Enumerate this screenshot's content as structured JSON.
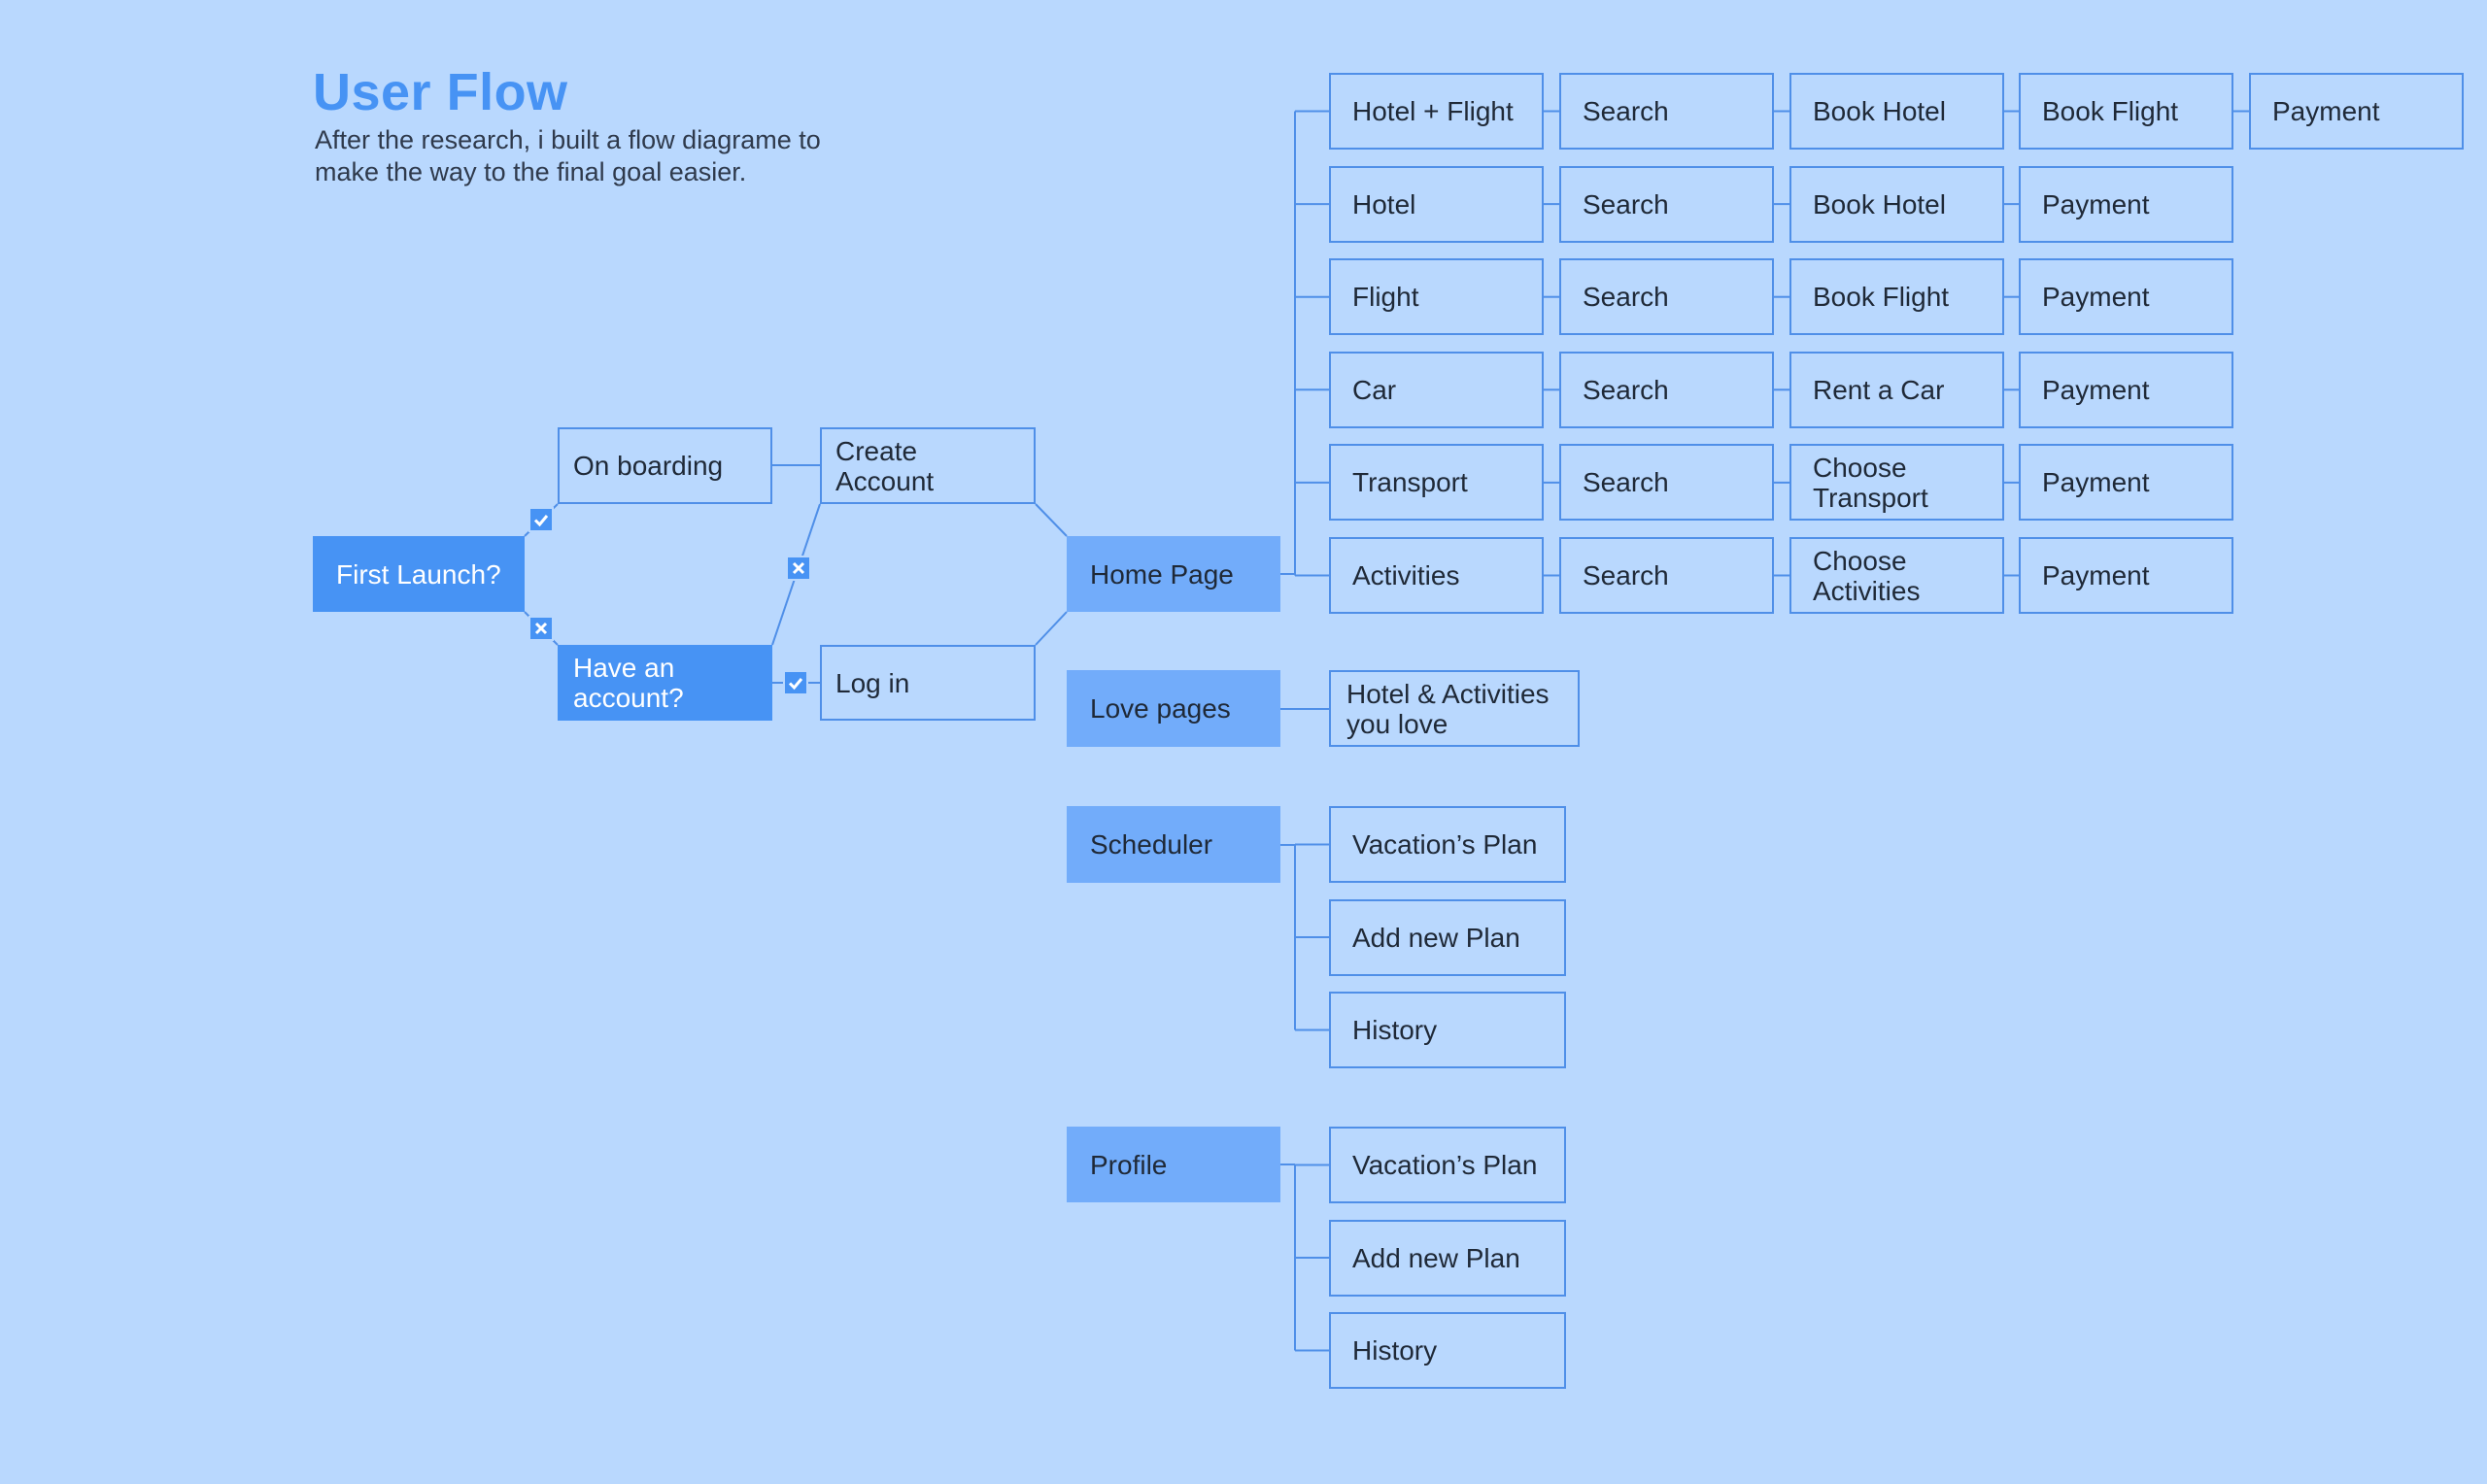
{
  "header": {
    "title": "User Flow",
    "subtitle": "After the research, i built a flow diagrame to make the way to the final goal easier."
  },
  "colors": {
    "background": "#B9D8FE",
    "accent": "#4793F4",
    "secondary": "#72ACFA",
    "line": "#4F8FE8"
  },
  "onboarding": {
    "first_launch": "First Launch?",
    "on_boarding": "On boarding",
    "have_account": "Have an\naccount?",
    "create_account": "Create\nAccount",
    "log_in": "Log in"
  },
  "badges": {
    "first_yes": "check-icon",
    "first_no": "cross-icon",
    "account_yes": "check-icon",
    "account_no": "cross-icon"
  },
  "sections": {
    "home": "Home Page",
    "love": "Love pages",
    "scheduler": "Scheduler",
    "profile": "Profile"
  },
  "home_flows": [
    {
      "steps": [
        "Hotel + Flight",
        "Search",
        "Book Hotel",
        "Book Flight",
        "Payment"
      ]
    },
    {
      "steps": [
        "Hotel",
        "Search",
        "Book Hotel",
        "Payment"
      ]
    },
    {
      "steps": [
        "Flight",
        "Search",
        "Book Flight",
        "Payment"
      ]
    },
    {
      "steps": [
        "Car",
        "Search",
        "Rent a Car",
        "Payment"
      ]
    },
    {
      "steps": [
        "Transport",
        "Search",
        "Choose\nTransport",
        "Payment"
      ]
    },
    {
      "steps": [
        "Activities",
        "Search",
        "Choose\nActivities",
        "Payment"
      ]
    }
  ],
  "love_items": [
    "Hotel  & Activities\nyou love"
  ],
  "scheduler_items": [
    "Vacation’s Plan",
    "Add new Plan",
    "History"
  ],
  "profile_items": [
    "Vacation’s Plan",
    "Add new Plan",
    "History"
  ]
}
